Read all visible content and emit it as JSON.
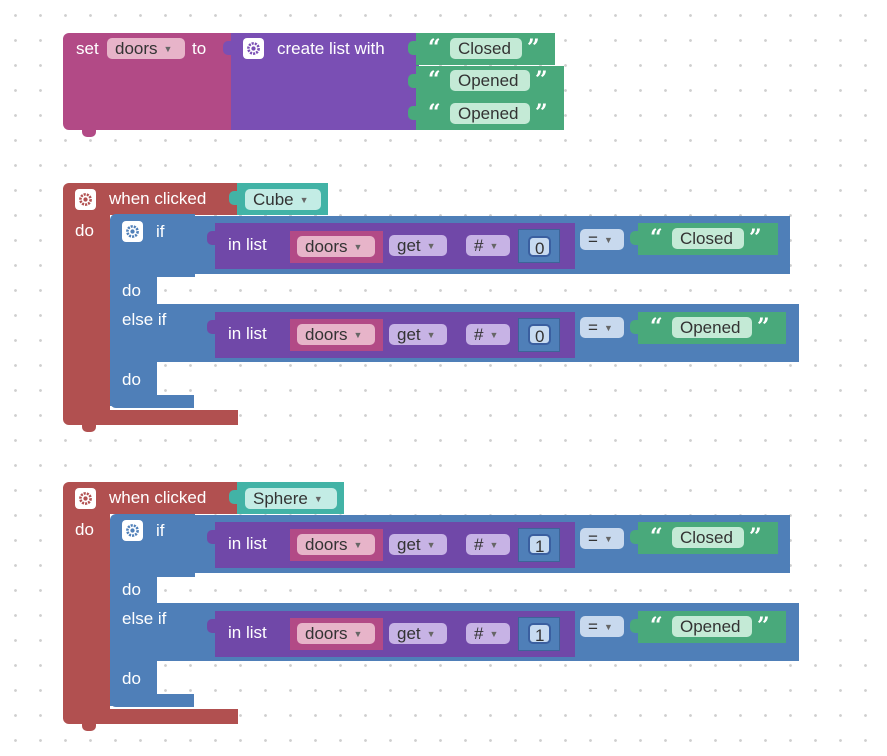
{
  "set_block": {
    "set_label": "set",
    "variable": "doors",
    "to_label": "to",
    "create_label": "create list with",
    "items": [
      "Closed",
      "Opened",
      "Opened"
    ]
  },
  "event_cube": {
    "when_label": "when clicked",
    "target": "Cube",
    "do_label": "do",
    "if_label": "if",
    "do_inner": "do",
    "else_if_label": "else if",
    "do_inner2": "do",
    "cond1": {
      "in_list": "in list",
      "var": "doors",
      "get": "get",
      "hash": "#",
      "index": "0",
      "op": "=",
      "value": "Closed"
    },
    "cond2": {
      "in_list": "in list",
      "var": "doors",
      "get": "get",
      "hash": "#",
      "index": "0",
      "op": "=",
      "value": "Opened"
    }
  },
  "event_sphere": {
    "when_label": "when clicked",
    "target": "Sphere",
    "do_label": "do",
    "if_label": "if",
    "do_inner": "do",
    "else_if_label": "else if",
    "do_inner2": "do",
    "cond1": {
      "in_list": "in list",
      "var": "doors",
      "get": "get",
      "hash": "#",
      "index": "1",
      "op": "=",
      "value": "Closed"
    },
    "cond2": {
      "in_list": "in list",
      "var": "doors",
      "get": "get",
      "hash": "#",
      "index": "1",
      "op": "=",
      "value": "Opened"
    }
  },
  "colors": {
    "event": "#b15050",
    "variables": "#b24a86",
    "lists": "#7a4fb4",
    "logic": "#4f7fb8",
    "text": "#49a97b",
    "objects": "#42b3a6"
  },
  "icons": {
    "mutator": "gear-icon",
    "dropdown": "dropdown-arrow-icon"
  }
}
